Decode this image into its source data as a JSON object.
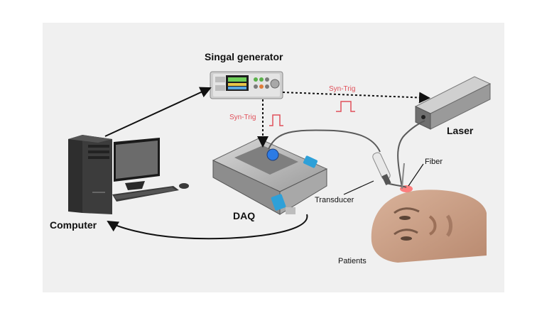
{
  "labels": {
    "signal_generator": "Singal generator",
    "laser": "Laser",
    "fiber": "Fiber",
    "computer": "Computer",
    "daq": "DAQ",
    "transducer": "Transducer",
    "patients": "Patients",
    "syn_trig_top": "Syn-Trig",
    "syn_trig_left": "Syn-Trig"
  },
  "colors": {
    "panel_background": "#f0f0f0",
    "trigger_text": "#e0505a",
    "arrow": "#111111"
  },
  "icons": {
    "signal_generator": "signal-generator-icon",
    "laser": "laser-box-icon",
    "computer": "desktop-computer-icon",
    "daq": "daq-device-icon",
    "transducer": "ultrasound-transducer-icon",
    "patient": "patient-head-icon"
  }
}
